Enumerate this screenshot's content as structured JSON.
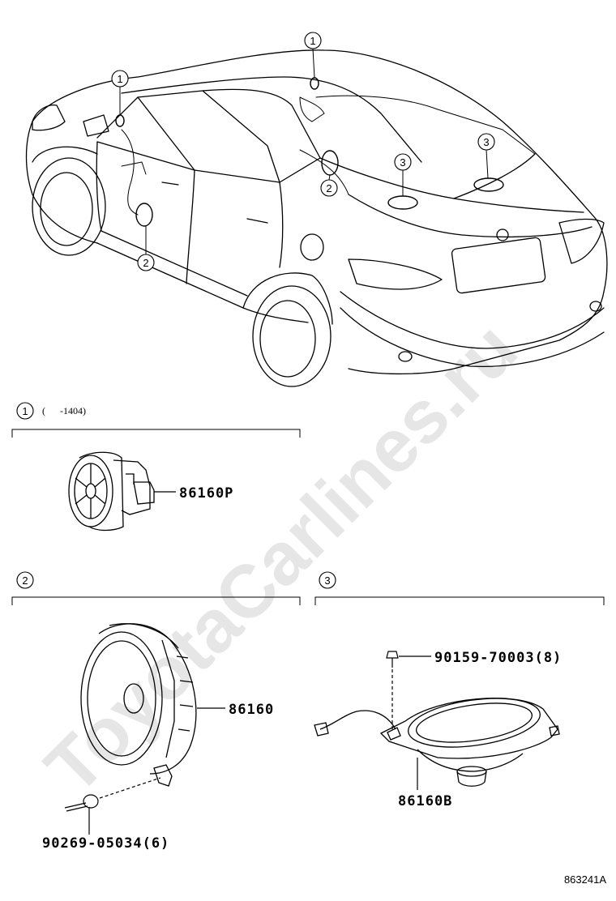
{
  "watermark": "ToyotaCarlines.ru",
  "figure_id": "863241A",
  "callouts": {
    "c1": "1",
    "c2": "2",
    "c3": "3"
  },
  "section1": {
    "number": "1",
    "note": "(      -1404)",
    "part": "86160P"
  },
  "section2": {
    "number": "2",
    "part_speaker": "86160",
    "part_screw": "90269-05034(6)"
  },
  "section3": {
    "number": "3",
    "part_screw": "90159-70003(8)",
    "part_speaker": "86160B"
  }
}
